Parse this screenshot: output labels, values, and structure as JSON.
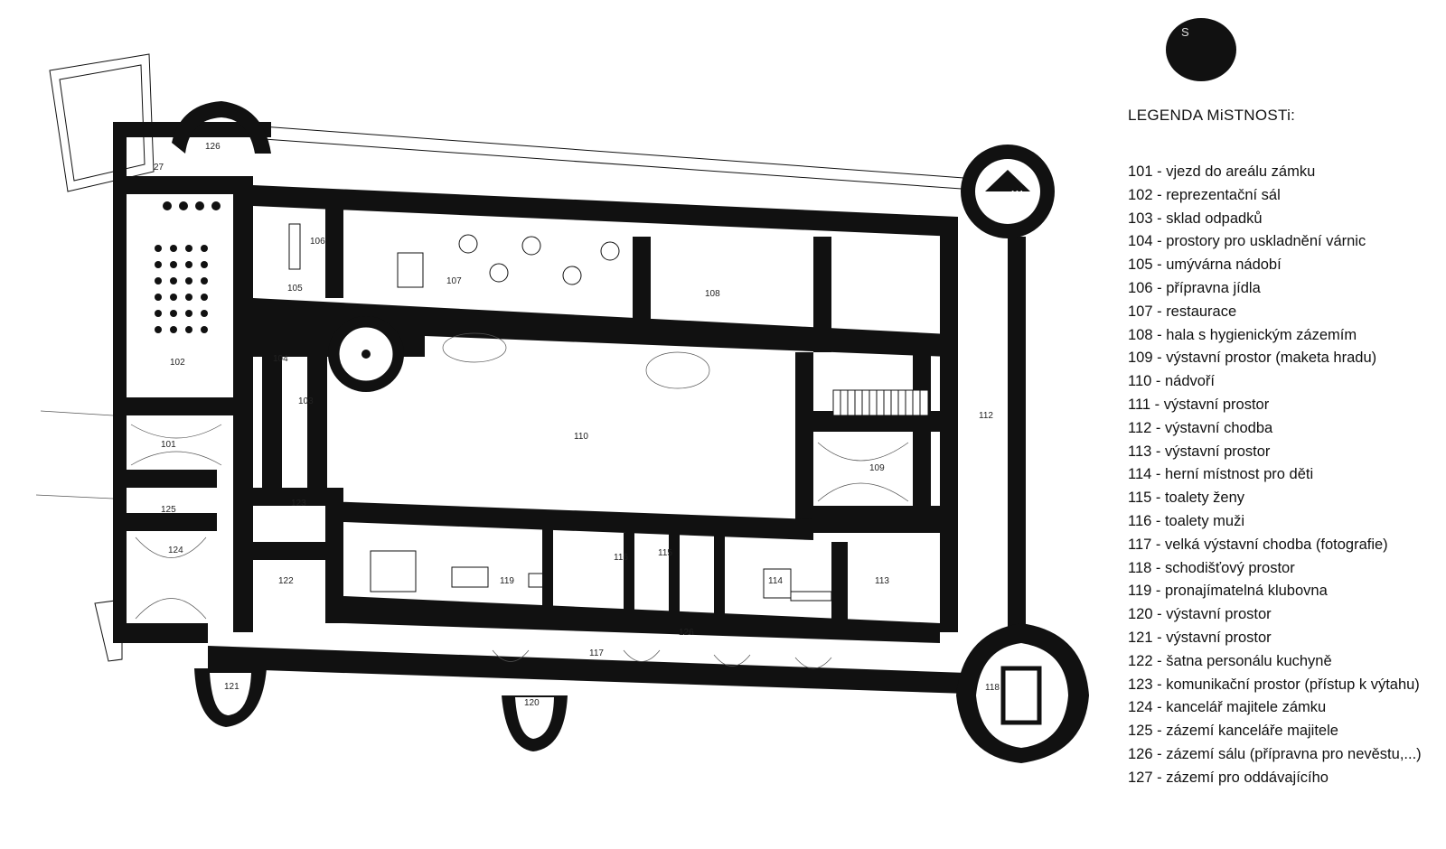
{
  "compass": {
    "letter": "S"
  },
  "legend": {
    "title": "LEGENDA MiSTNOSTi:",
    "items": [
      "101 - vjezd do areálu zámku",
      "102 - reprezentační sál",
      "103 - sklad odpadků",
      "104 - prostory pro uskladnění várnic",
      "105 - umývárna nádobí",
      "106 - přípravna jídla",
      "107 - restaurace",
      "108 - hala s hygienickým zázemím",
      "109 - výstavní prostor (maketa hradu)",
      "110 - nádvoří",
      "111 - výstavní prostor",
      "112 - výstavní chodba",
      "113 - výstavní prostor",
      "114 - herní místnost pro děti",
      "115 - toalety ženy",
      "116 - toalety muži",
      "117 - velká výstavní chodba (fotografie)",
      "118 - schodišťový prostor",
      "119 - pronajímatelná klubovna",
      "120 - výstavní prostor",
      "121 - výstavní prostor",
      "122 - šatna personálu kuchyně",
      "123 - komunikační prostor (přístup k výtahu)",
      "124 - kancelář majitele zámku",
      "125 - zázemí kanceláře majitele",
      "126 - zázemí sálu (přípravna pro nevěstu,...)",
      "127 - zázemí pro oddávajícího"
    ]
  },
  "plan": {
    "room_labels": {
      "r101": "101",
      "r102": "102",
      "r103": "103",
      "r104": "104",
      "r105": "105",
      "r106": "106",
      "r107": "107",
      "r108": "108",
      "r109": "109",
      "r110": "110",
      "r111": "111",
      "r112": "112",
      "r113": "113",
      "r114": "114",
      "r115": "115",
      "r116": "116",
      "r117": "117",
      "r118": "118",
      "r119": "119",
      "r120": "120",
      "r121": "121",
      "r122": "122",
      "r123": "123",
      "r124": "124",
      "r125": "125",
      "r126a": "126",
      "r126b": "126",
      "r127": "27"
    }
  }
}
